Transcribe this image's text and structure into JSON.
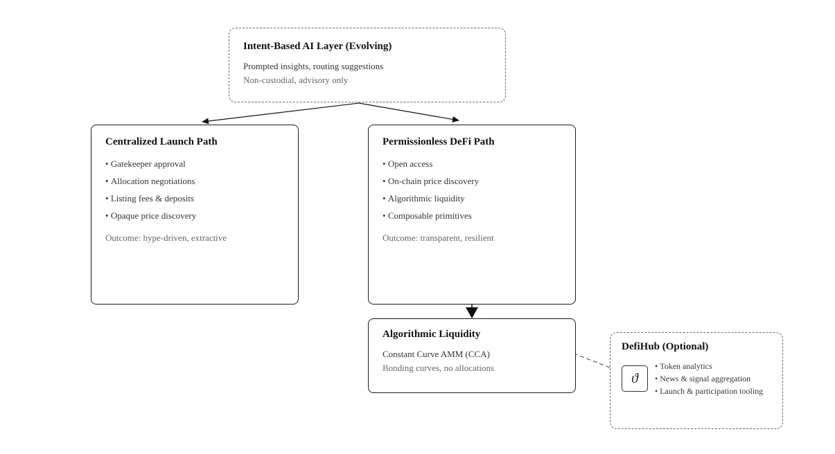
{
  "nodes": {
    "ai_layer": {
      "title": "Intent-Based AI Layer (Evolving)",
      "lines": [
        "Prompted insights, routing suggestions",
        "Non-custodial, advisory only"
      ]
    },
    "centralized": {
      "title": "Centralized Launch Path",
      "bullets": [
        "Gatekeeper approval",
        "Allocation negotiations",
        "Listing fees & deposits",
        "Opaque price discovery"
      ],
      "outcome": "Outcome: hype-driven, extractive"
    },
    "permissionless": {
      "title": "Permissionless DeFi Path",
      "bullets": [
        "Open access",
        "On-chain price discovery",
        "Algorithmic liquidity",
        "Composable primitives"
      ],
      "outcome": "Outcome: transparent, resilient"
    },
    "algorithmic_liquidity": {
      "title": "Algorithmic Liquidity",
      "lines": [
        "Constant Curve AMM (CCA)",
        "Bonding curves, no allocations"
      ]
    },
    "defihub": {
      "title": "DefiHub (Optional)",
      "bullets": [
        "Token analytics",
        "News & signal aggregation",
        "Launch & participation tooling"
      ]
    }
  },
  "icons": {
    "defihub_logo_glyph": "ϑ"
  },
  "colors": {
    "solid_border": "#1a1a1a",
    "dashed_border": "#666666",
    "title_text": "#111111",
    "body_text": "#333333",
    "muted_text": "#666666",
    "background": "#ffffff"
  }
}
